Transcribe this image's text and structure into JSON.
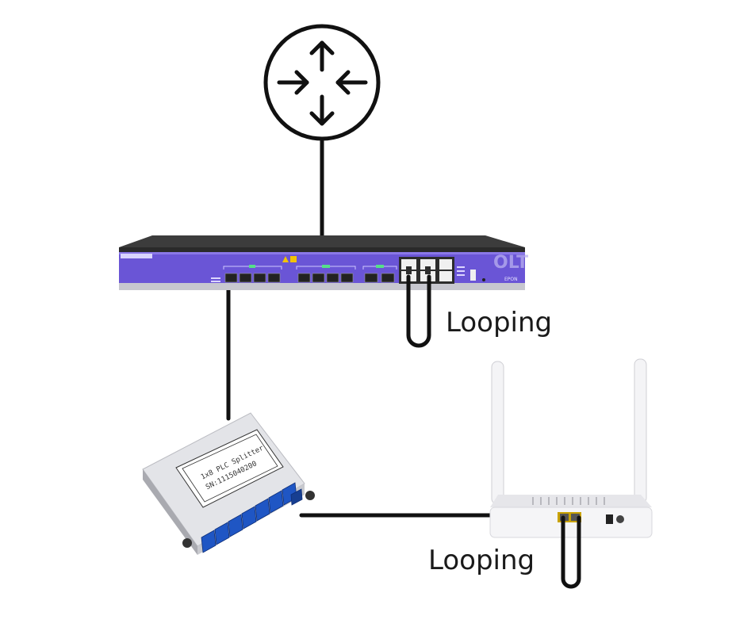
{
  "diagram": {
    "nodes": [
      {
        "id": "router",
        "icon": "router-icon"
      },
      {
        "id": "olt",
        "brand_text": "OLT",
        "device_text": "EPON",
        "color": "#6a55d6"
      },
      {
        "id": "splitter",
        "label_lines": [
          "1x8 PLC Splitter",
          "SN:1115040200"
        ]
      },
      {
        "id": "onu"
      }
    ],
    "links": [
      {
        "from": "router",
        "to": "olt"
      },
      {
        "from": "olt",
        "to": "splitter"
      },
      {
        "from": "splitter",
        "to": "onu"
      }
    ],
    "loops": [
      {
        "at": "olt",
        "label": "Looping"
      },
      {
        "at": "onu",
        "label": "Looping"
      }
    ]
  }
}
